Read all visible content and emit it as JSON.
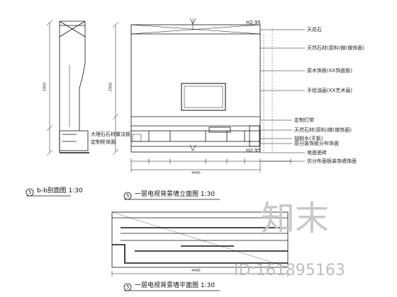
{
  "titles": {
    "section": "b-b剖面图 1:30",
    "elevation": "一层电视背景墙立面图 1:30",
    "plan": "一层电视背景墙平面图 1:30"
  },
  "section_symbols": {
    "section": "5",
    "elevation": "5",
    "plan": "5"
  },
  "level_marks": {
    "top": "H2.95",
    "bottom": "H2.95"
  },
  "annotations": [
    "天花石",
    "天然石材(原料)做(做饰面)",
    "原木饰板(XX饰面板)",
    "手绘油画(XX艺术画)",
    "定制灯带",
    "天然石材(原料)做(做饰面)",
    "胡桃木(平板)",
    "原分装饰板分布饰面",
    "地面瓷砖",
    "仿分布面板装饰墙饰面"
  ],
  "section_labels": [
    "大理石石材做法板",
    "定制柜体面"
  ],
  "dimensions": {
    "elevation_width": "4440",
    "elevation_height": "2950",
    "section_height": "2950",
    "plan_width": "4440"
  },
  "watermark": {
    "brand": "知末",
    "id": "ID:161895163"
  }
}
